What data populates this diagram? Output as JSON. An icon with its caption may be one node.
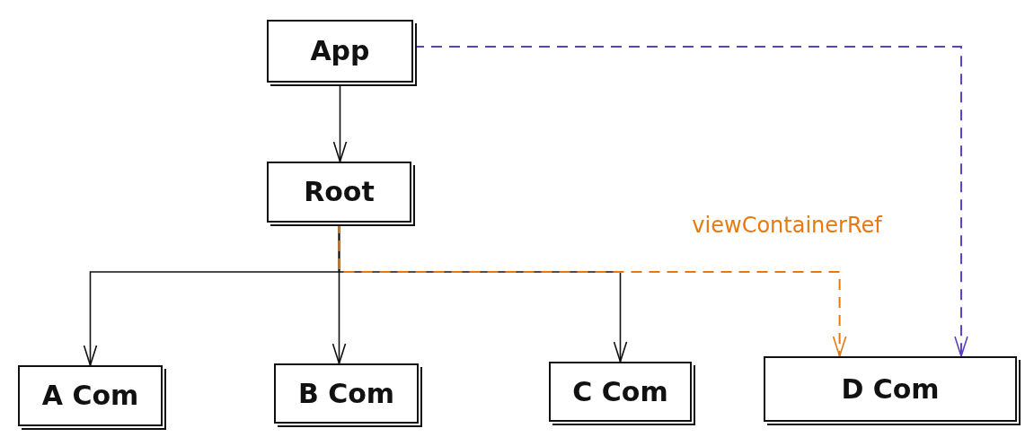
{
  "diagram": {
    "nodes": [
      {
        "text": [
          "App"
        ]
      },
      {
        "text": [
          "Root"
        ]
      },
      {
        "text": [
          "A Com"
        ]
      },
      {
        "text": [
          "B Com"
        ]
      },
      {
        "text": [
          "C Com"
        ]
      },
      {
        "text": [
          "D Com"
        ]
      }
    ],
    "edges": [
      {
        "from": 0,
        "to": 1,
        "arrow": "to"
      },
      {
        "from": 1,
        "to": 2,
        "arrow": "to"
      },
      {
        "from": 1,
        "to": 3,
        "arrow": "to"
      },
      {
        "from": 1,
        "to": 4,
        "arrow": "to"
      },
      {
        "from": 1,
        "to": 5,
        "arrow": "to",
        "label": "viewContainerRef",
        "style": "dashed",
        "color": "#e8790c"
      },
      {
        "from": 0,
        "to": 5,
        "arrow": "to",
        "style": "dashed",
        "color": "#5b3fc4"
      }
    ]
  }
}
